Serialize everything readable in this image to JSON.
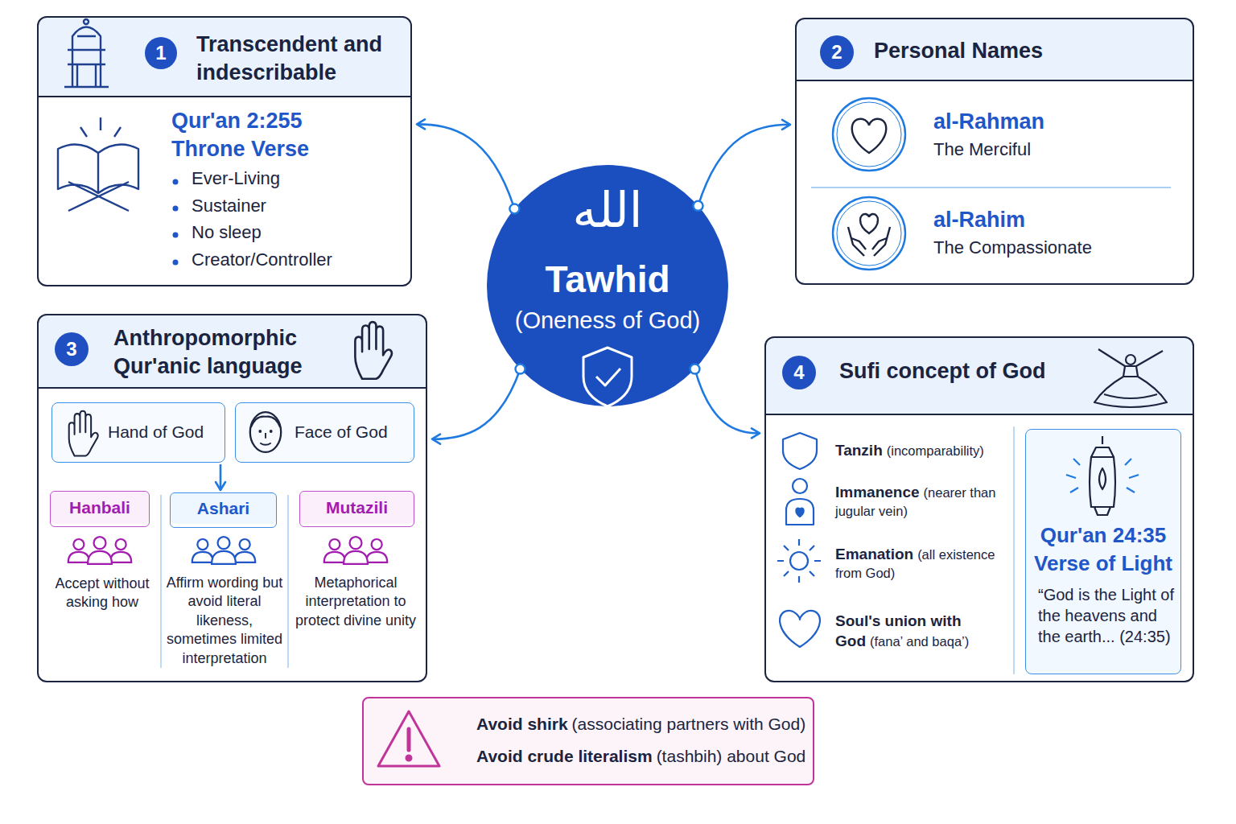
{
  "diagram": {
    "nodes": [
      {
        "text": [
          "1",
          "Transcendent and indescribable",
          "Qur'an 2:255 Throne Verse",
          "Ever-Living",
          "Sustainer",
          "No sleep",
          "Creator/Controller"
        ]
      },
      {
        "text": [
          "2",
          "Personal Names",
          "al-Rahman",
          "The Merciful",
          "al-Rahim",
          "The Compassionate"
        ]
      },
      {
        "text": [
          "الله",
          "Tawhid",
          "(Oneness of God)"
        ]
      },
      {
        "text": [
          "3",
          "Anthropomorphic Qur'anic language"
        ]
      },
      {
        "text": [
          "Hand of God"
        ],
        "in": 3
      },
      {
        "text": [
          "Face of God"
        ],
        "in": 3
      },
      {
        "text": [
          "Hanbali",
          "Accept without asking how"
        ],
        "in": 3
      },
      {
        "text": [
          "Ashari",
          "Affirm wording but avoid literal likeness, sometimes limited interpretation"
        ],
        "in": 3
      },
      {
        "text": [
          "Mutazili",
          "Metaphorical interpretation to protect divine unity"
        ],
        "in": 3
      },
      {
        "text": [
          "4",
          "Sufi concept of God",
          "Tanzih",
          "(incomparability)",
          "Immanence",
          "(nearer than jugular vein)",
          "Emanation",
          "(all existence from God)",
          "Soul's union with God",
          "(fana’ and baqa’)"
        ]
      },
      {
        "text": [
          "Qur'an 24:35 Verse of Light",
          "“God is the Light of the heavens and the earth... (24:35)"
        ],
        "in": 9
      },
      {
        "text": [
          "Avoid shirk",
          "(associating partners with God)",
          "Avoid crude literalism",
          "(tashbih) about God"
        ]
      }
    ],
    "edges": [
      {
        "from": 2,
        "to": 0,
        "arrow": "to"
      },
      {
        "from": 2,
        "to": 1,
        "arrow": "to"
      },
      {
        "from": 2,
        "to": 3,
        "arrow": "to"
      },
      {
        "from": 2,
        "to": 9,
        "arrow": "to"
      },
      {
        "from": 4,
        "to": 7,
        "arrow": "to"
      }
    ]
  }
}
